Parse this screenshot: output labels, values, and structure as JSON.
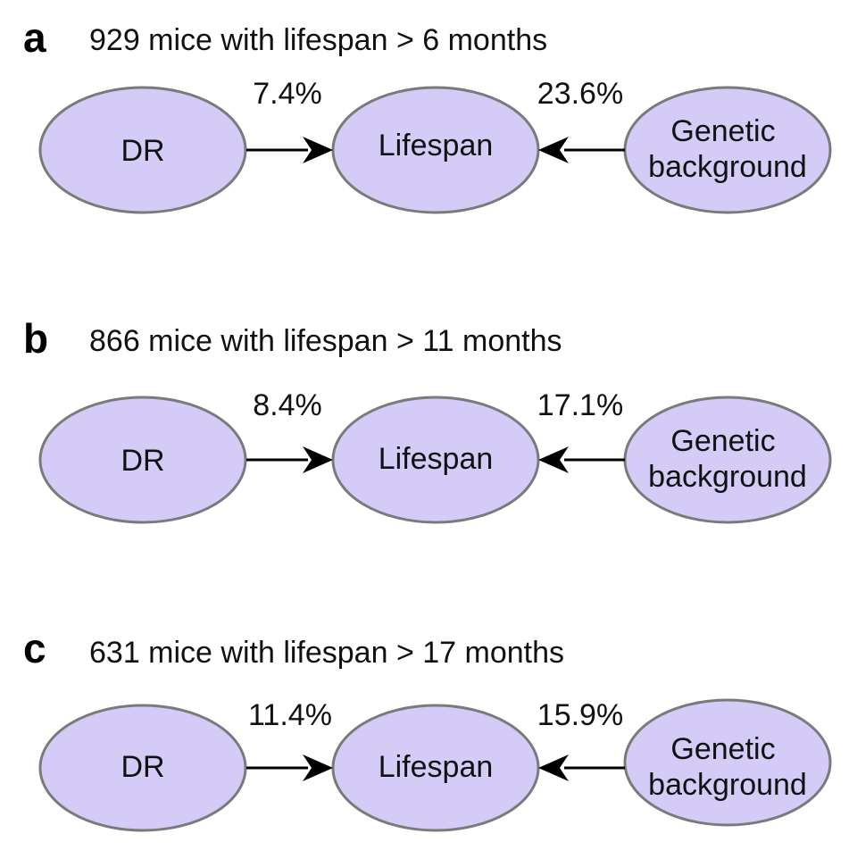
{
  "colors": {
    "node_fill": "#d4cbf7",
    "node_stroke": "#7a7a7a",
    "edge": "#000000"
  },
  "panels": [
    {
      "letter": "a",
      "title": "929 mice with lifespan > 6 months",
      "nodes": {
        "left": "DR",
        "center": "Lifespan",
        "right_line1": "Genetic",
        "right_line2": "background"
      },
      "edges": [
        {
          "from": "DR",
          "to": "Lifespan",
          "label": "7.4%"
        },
        {
          "from": "Genetic background",
          "to": "Lifespan",
          "label": "23.6%"
        }
      ]
    },
    {
      "letter": "b",
      "title": "866 mice with lifespan > 11 months",
      "nodes": {
        "left": "DR",
        "center": "Lifespan",
        "right_line1": "Genetic",
        "right_line2": "background"
      },
      "edges": [
        {
          "from": "DR",
          "to": "Lifespan",
          "label": "8.4%"
        },
        {
          "from": "Genetic background",
          "to": "Lifespan",
          "label": "17.1%"
        }
      ]
    },
    {
      "letter": "c",
      "title": "631 mice with lifespan > 17 months",
      "nodes": {
        "left": "DR",
        "center": "Lifespan",
        "right_line1": "Genetic",
        "right_line2": "background"
      },
      "edges": [
        {
          "from": "DR",
          "to": "Lifespan",
          "label": "11.4%"
        },
        {
          "from": "Genetic background",
          "to": "Lifespan",
          "label": "15.9%"
        }
      ]
    }
  ]
}
